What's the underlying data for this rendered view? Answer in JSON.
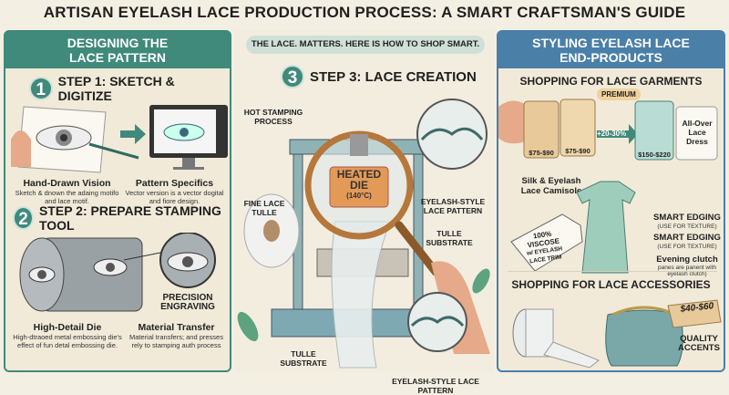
{
  "title": "ARTISAN EYELASH LACE PRODUCTION PROCESS: A SMART CRAFTSMAN'S GUIDE",
  "left": {
    "header": [
      "DESIGNING THE",
      "LACE PATTERN"
    ],
    "step1": {
      "num": "1",
      "label": "STEP 1: SKETCH & DIGITIZE",
      "items": [
        {
          "caption": "Hand-Drawn Vision",
          "desc": "Sketch & dnown the adaing motifo and lace motif."
        },
        {
          "caption": "Pattern Specifics",
          "desc": "Vector version is a vector dogital and fiore design."
        }
      ]
    },
    "step2": {
      "num": "2",
      "label": "STEP 2: PREPARE STAMPING TOOL",
      "callout": "PRECISION ENGRAVING",
      "items": [
        {
          "caption": "High-Detail Die",
          "desc": "High-dtraoed metal embossing die's effect of fun detal embossing die."
        },
        {
          "caption": "Material Transfer",
          "desc": "Material transfers; and presses rely to stamping auth process"
        }
      ]
    }
  },
  "middle": {
    "banner": "THE LACE. MATTERS. HERE IS HOW TO SHOP SMART.",
    "step3": {
      "num": "3",
      "label": "STEP 3: LACE CREATION"
    },
    "labels": {
      "hot_stamping": "HOT STAMPING PROCESS",
      "fine_tulle": "FINE LACE TULLE",
      "heated_die": "HEATED DIE",
      "temp": "(140°C)",
      "eyelash_top": "EYELASH-STYLE LACE PATTERN",
      "tulle_top": "TULLE SUBSTRATE",
      "tulle_bottom": "TULLE SUBSTRATE",
      "eyelash_bottom": "EYELASH-STYLE LACE PATTERN"
    }
  },
  "right": {
    "header": [
      "STYLING EYELASH LACE",
      "END-PRODUCTS"
    ],
    "garments": {
      "title": "SHOPPING FOR LACE GARMENTS",
      "premium": "PREMIUM",
      "markup": "+20-30%",
      "prices": [
        "$75-$90",
        "$75-$90",
        "$150-$220"
      ],
      "dress": "All-Over Lace Dress",
      "camisole": "Silk & Eyelash Lace Camisole",
      "tag": [
        "100%",
        "VISCOSE",
        "w/ EYELASH",
        "LACE TRIM"
      ],
      "edging1": {
        "title": "SMART EDGING",
        "sub": "(USE FOR TEXTURE)"
      },
      "edging2": {
        "title": "SMART EDGING",
        "sub": "(USE FOR TEXTURE)"
      },
      "clutch": {
        "title": "Evening clutch",
        "sub": "panes are panent with eyelash clutch)"
      }
    },
    "accessories": {
      "title": "SHOPPING FOR LACE ACCESSORIES",
      "price": "$40-$60",
      "note": "QUALITY ACCENTS"
    }
  },
  "colors": {
    "teal": "#3f8a7a",
    "blue": "#4a7fa8",
    "cream": "#f4efe3",
    "tag": "#e8c99a"
  }
}
